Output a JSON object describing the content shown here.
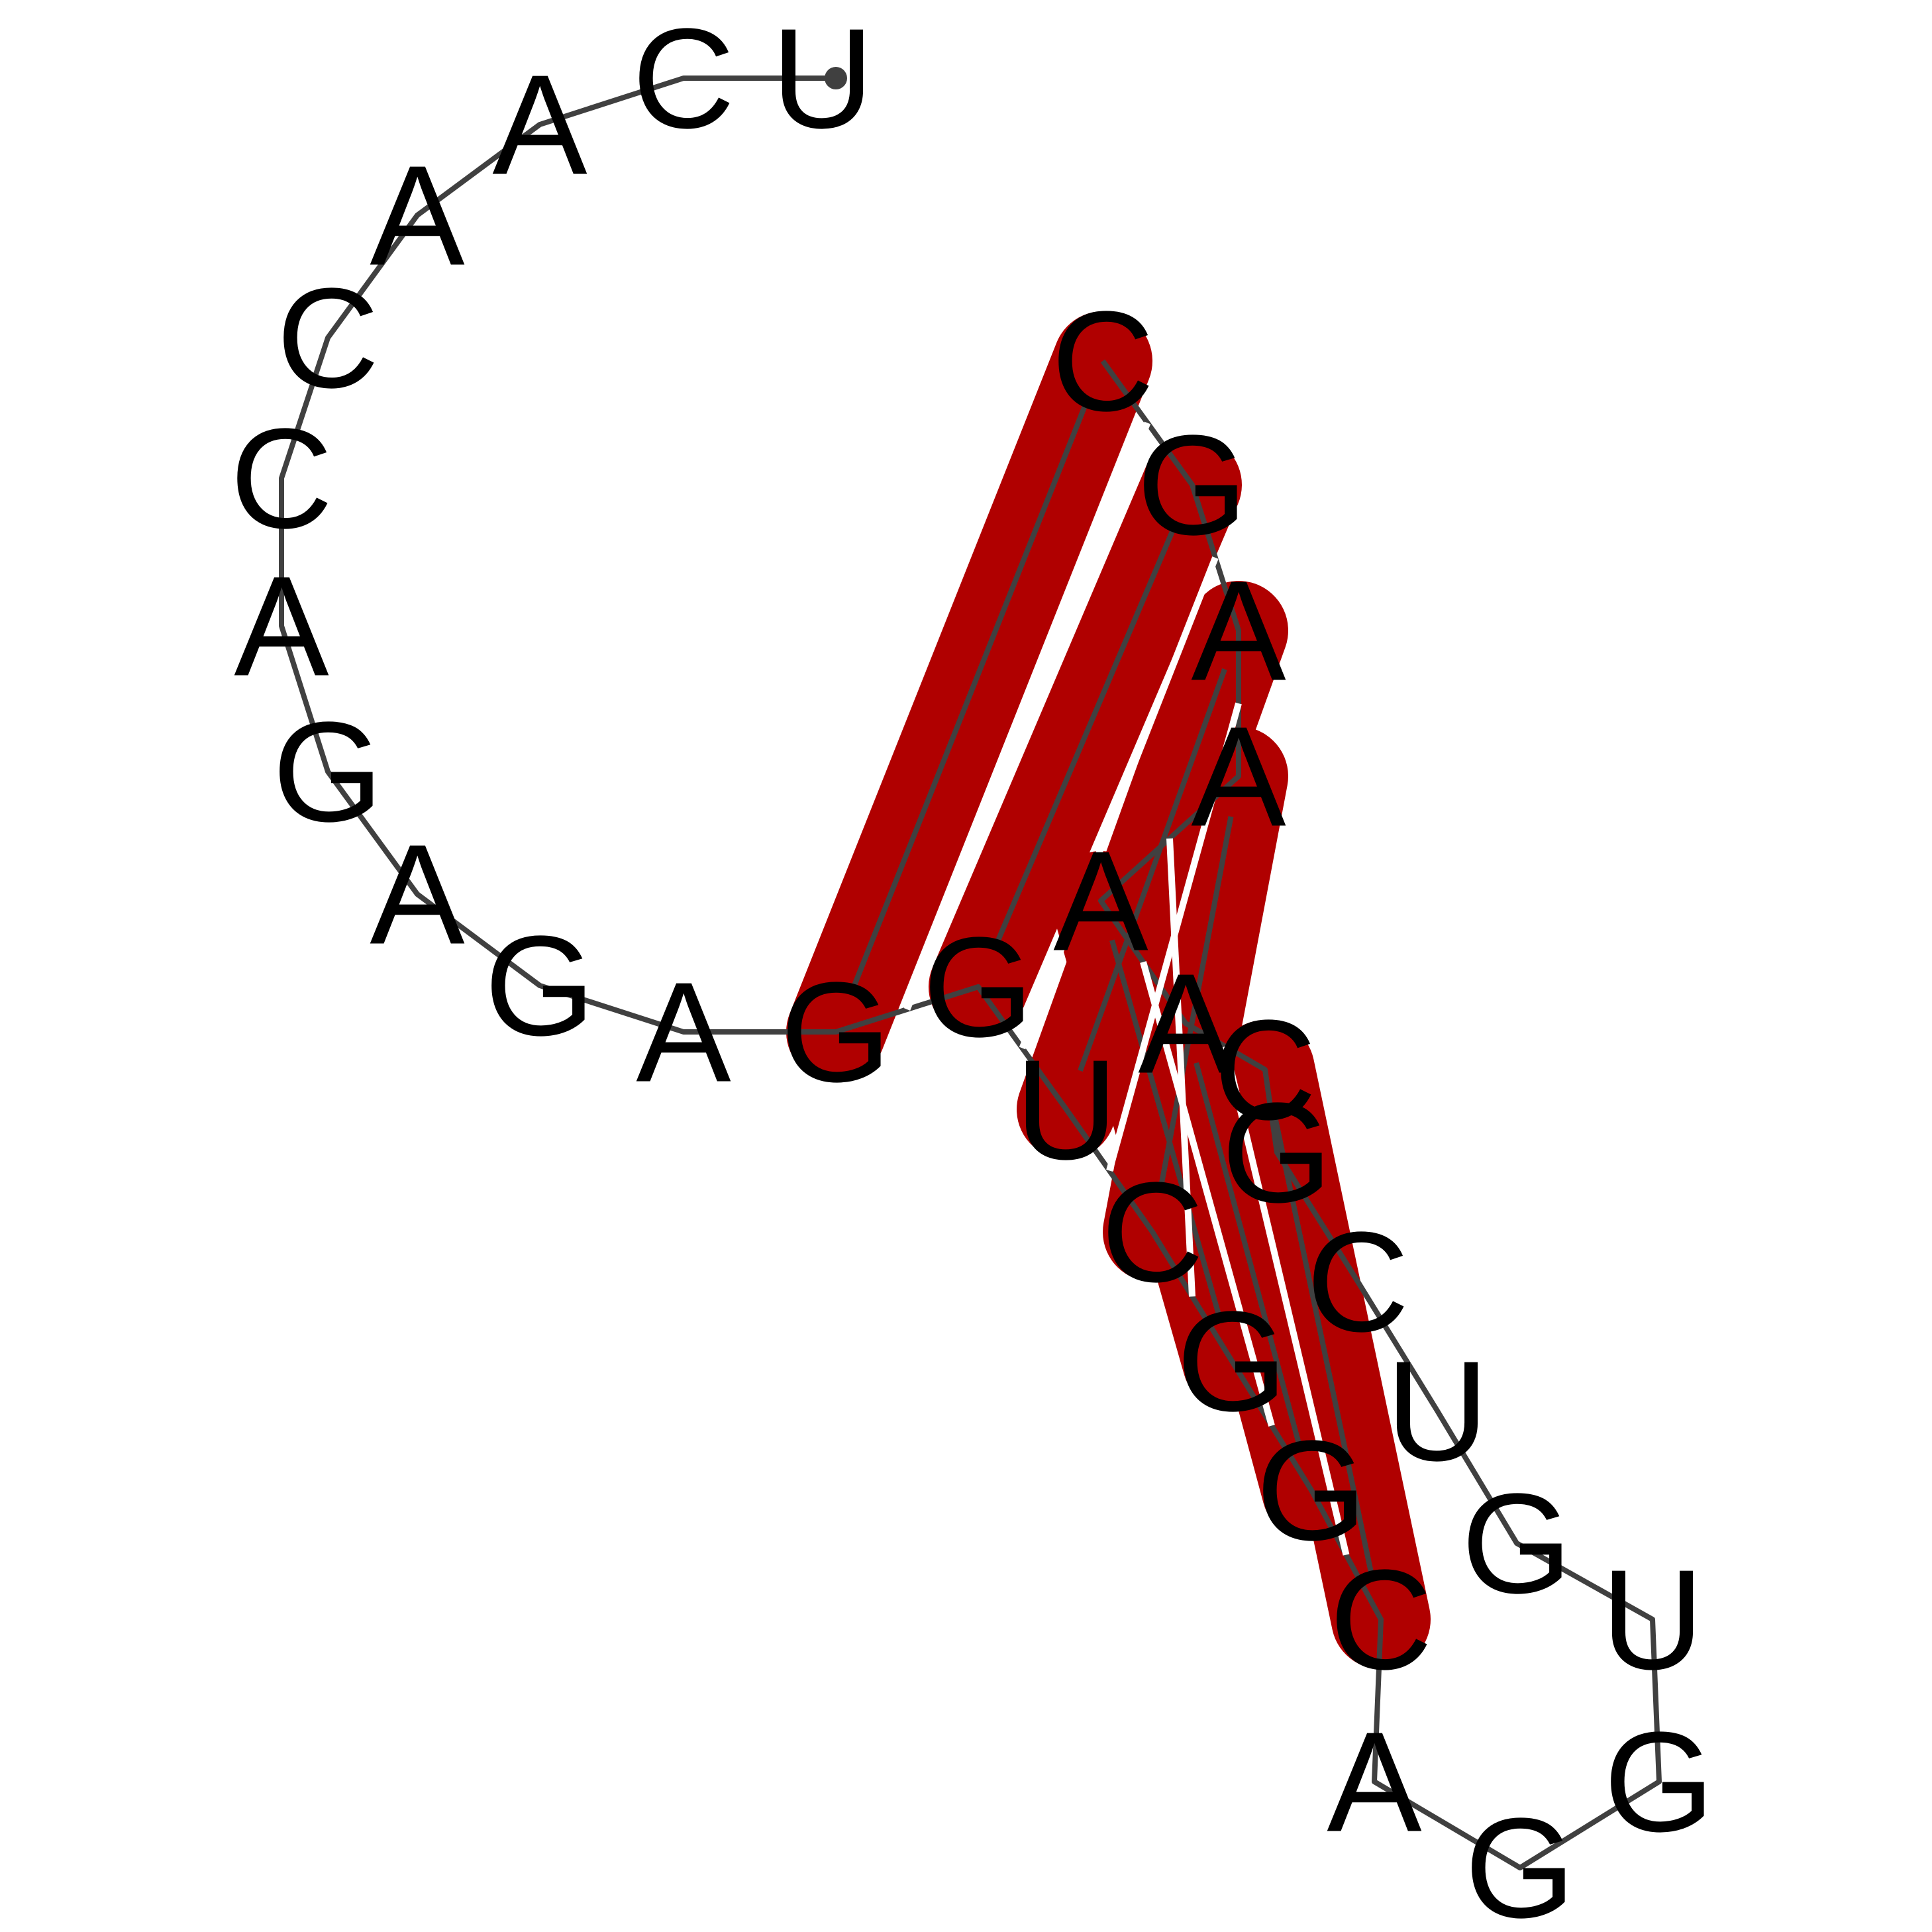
{
  "diagram": {
    "type": "rna-secondary-structure",
    "sequence": [
      "U",
      "C",
      "A",
      "A",
      "C",
      "C",
      "A",
      "G",
      "A",
      "G",
      "A",
      "G",
      "G",
      "U",
      "C",
      "G",
      "G",
      "C",
      "A",
      "G",
      "G",
      "U",
      "G",
      "U",
      "C",
      "G",
      "C",
      "A",
      "A",
      "A",
      "A",
      "G",
      "C"
    ],
    "pairs": [
      [
        12,
        33
      ],
      [
        13,
        32
      ],
      [
        14,
        31
      ],
      [
        15,
        30
      ],
      [
        16,
        29
      ],
      [
        17,
        28
      ],
      [
        18,
        27
      ]
    ],
    "colors": {
      "backbone": "#404040",
      "stem": "#b00000",
      "pair_line": "#ffffff",
      "text": "#000000"
    }
  }
}
